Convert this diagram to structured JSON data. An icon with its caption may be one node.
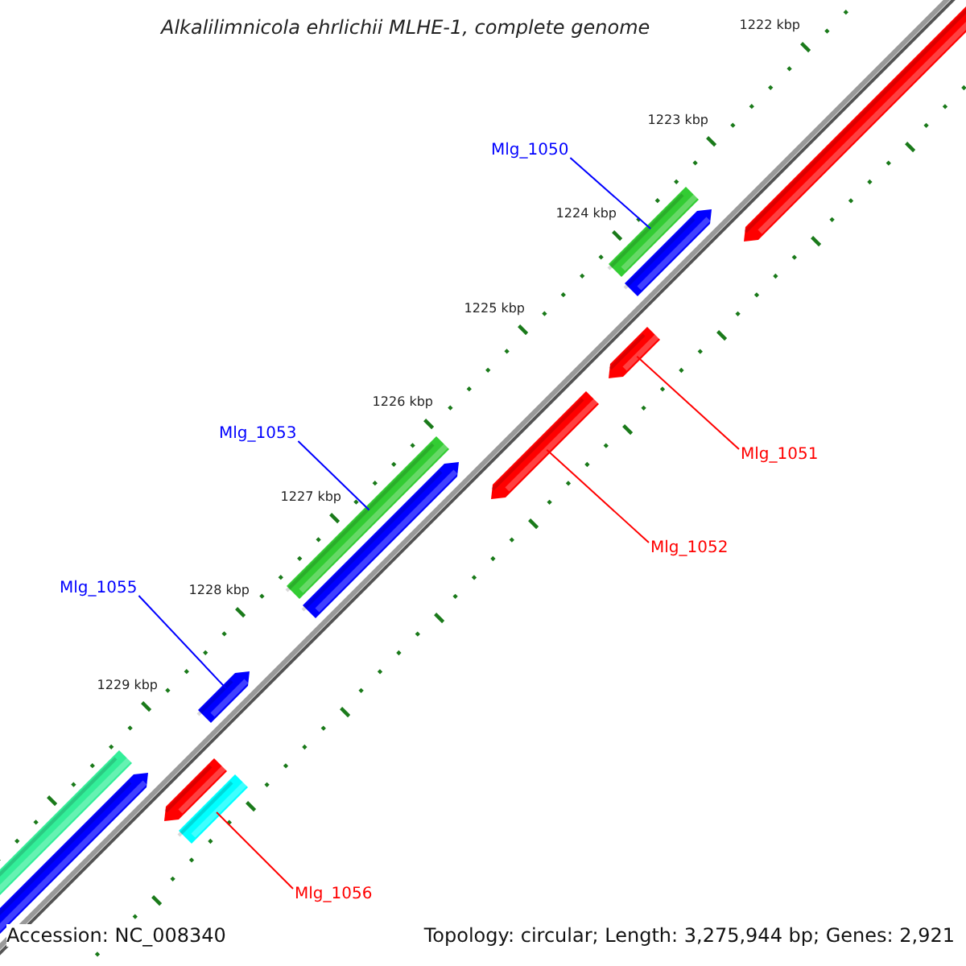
{
  "diagram": {
    "title": "Alkalilimnicola ehrlichii MLHE-1, complete genome",
    "nodes": [
      {
        "text": [
          "Mlg_1050"
        ]
      },
      {
        "text": [],
        "shape": "bar"
      },
      {
        "text": [
          "Mlg_1051"
        ]
      },
      {
        "text": [],
        "shape": "bar"
      },
      {
        "text": [
          "Mlg_1052"
        ]
      },
      {
        "text": [],
        "shape": "bar"
      },
      {
        "text": [
          "Mlg_1053"
        ]
      },
      {
        "text": [],
        "shape": "bar"
      },
      {
        "text": [
          "Mlg_1055"
        ]
      },
      {
        "text": [],
        "shape": "bar"
      },
      {
        "text": [
          "Mlg_1056"
        ]
      },
      {
        "text": [],
        "shape": "bar"
      }
    ],
    "edges": [
      {
        "from": 0,
        "to": 1,
        "arrow": "none",
        "color": "#0000ff"
      },
      {
        "from": 2,
        "to": 3,
        "arrow": "none",
        "color": "#ff0000"
      },
      {
        "from": 4,
        "to": 5,
        "arrow": "none",
        "color": "#ff0000"
      },
      {
        "from": 6,
        "to": 7,
        "arrow": "none",
        "color": "#0000ff"
      },
      {
        "from": 8,
        "to": 9,
        "arrow": "none",
        "color": "#0000ff"
      },
      {
        "from": 10,
        "to": 11,
        "arrow": "none",
        "color": "#ff0000"
      }
    ],
    "labels": [
      "1222 kbp",
      "1223 kbp",
      "1224 kbp",
      "1225 kbp",
      "1226 kbp",
      "1227 kbp",
      "1228 kbp",
      "1229 kbp",
      "Accession: NC_008340",
      "Topology: circular; Length: 3,275,944 bp; Genes: 2,921"
    ]
  }
}
